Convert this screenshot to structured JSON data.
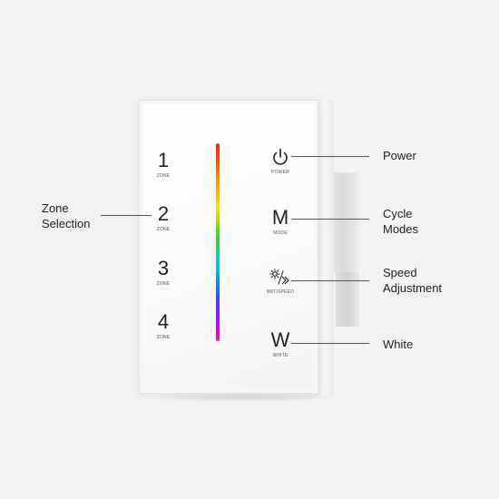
{
  "device": {
    "zones": [
      {
        "number": "1",
        "caption": "ZONE"
      },
      {
        "number": "2",
        "caption": "ZONE"
      },
      {
        "number": "3",
        "caption": "ZONE"
      },
      {
        "number": "4",
        "caption": "ZONE"
      }
    ],
    "power": {
      "icon": "power-icon",
      "caption": "POWER"
    },
    "mode": {
      "glyph": "M",
      "caption": "MODE"
    },
    "speed": {
      "icon": "brightness-speed-icon",
      "caption": "BRT/SPEED"
    },
    "white": {
      "glyph": "W",
      "caption": "WHITE"
    }
  },
  "callouts": {
    "zone_line1": "Zone",
    "zone_line2": "Selection",
    "power": "Power",
    "cycle_line1": "Cycle",
    "cycle_line2": "Modes",
    "speed_line1": "Speed",
    "speed_line2": "Adjustment",
    "white": "White"
  },
  "colors": {
    "background": "#f2f2f2",
    "panel": "#ffffff",
    "text": "#222222"
  }
}
